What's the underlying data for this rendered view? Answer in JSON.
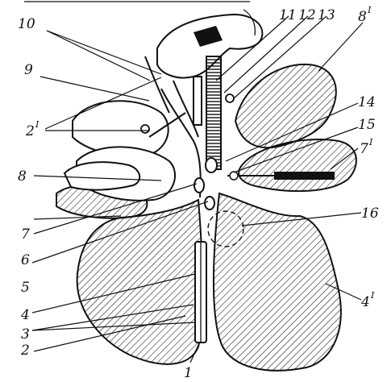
{
  "labels": {
    "l10": "10",
    "l9": "9",
    "l2p": "2",
    "l2p_prime": "I",
    "l8": "8",
    "l7": "7",
    "l6": "6",
    "l5": "5",
    "l4": "4",
    "l3": "3",
    "l2": "2",
    "l1": "1",
    "l11": "11",
    "l12": "12",
    "l13": "13",
    "l8p": "8",
    "l8p_prime": "I",
    "l14": "14",
    "l15": "15",
    "l7p": "7",
    "l7p_prime": "I",
    "l16": "16",
    "l4p": "4",
    "l4p_prime": "I"
  },
  "colors": {
    "ink": "#111111",
    "paper": "#ffffff"
  },
  "icons": {
    "hand": "hand-icon",
    "forceps": "forceps-icon"
  }
}
